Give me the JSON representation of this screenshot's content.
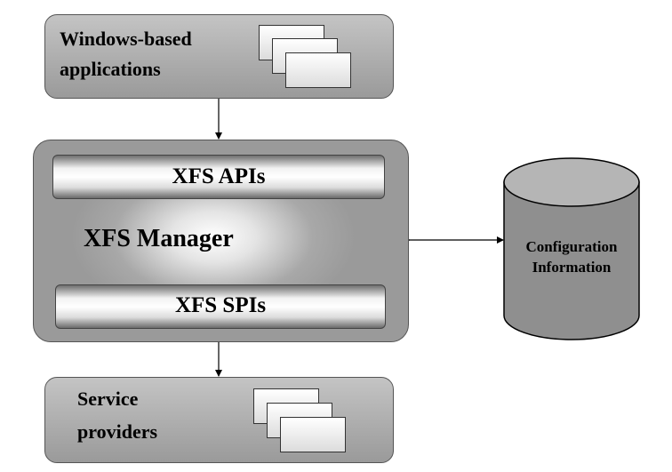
{
  "apps_box": {
    "line1": "Windows-based",
    "line2": "applications"
  },
  "manager": {
    "api_label": "XFS APIs",
    "title": "XFS Manager",
    "spi_label": "XFS SPIs"
  },
  "providers_box": {
    "line1": "Service",
    "line2": "providers"
  },
  "config": {
    "line1": "Configuration",
    "line2": "Information"
  }
}
